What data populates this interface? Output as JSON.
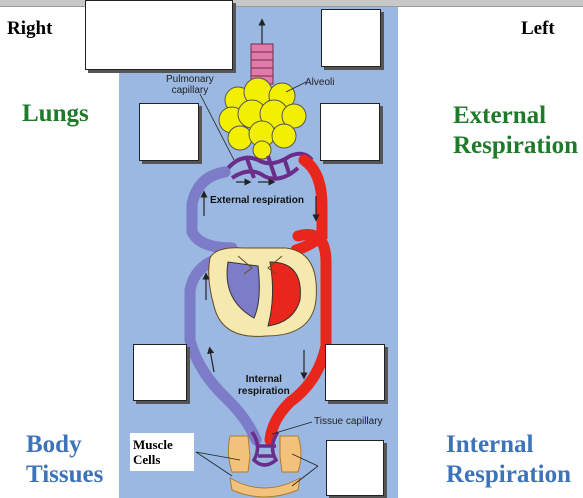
{
  "labels": {
    "right": "Right",
    "left": "Left",
    "lungs": "Lungs",
    "external_respiration": [
      "External",
      "Respiration"
    ],
    "body_tissues": [
      "Body",
      "Tissues"
    ],
    "internal_respiration": [
      "Internal",
      "Respiration"
    ],
    "muscle_cells": [
      "Muscle",
      "Cells"
    ]
  },
  "diagram": {
    "pulmonary_capillary": [
      "Pulmonary",
      "capillary"
    ],
    "alveoli": "Alveoli",
    "external_respiration": "External respiration",
    "internal_respiration": [
      "Internal",
      "respiration"
    ],
    "tissue_capillary": "Tissue capillary"
  },
  "colors": {
    "panel": "#9ab8e2",
    "oxygenated": "#e8261c",
    "deoxygenated": "#7c7cc8",
    "lungs": "#f2f000",
    "capillary": "#6b2d8a",
    "heart_tissue": "#f6e9b0",
    "muscle": "#f2c27a",
    "trachea": "#e07aa6"
  }
}
